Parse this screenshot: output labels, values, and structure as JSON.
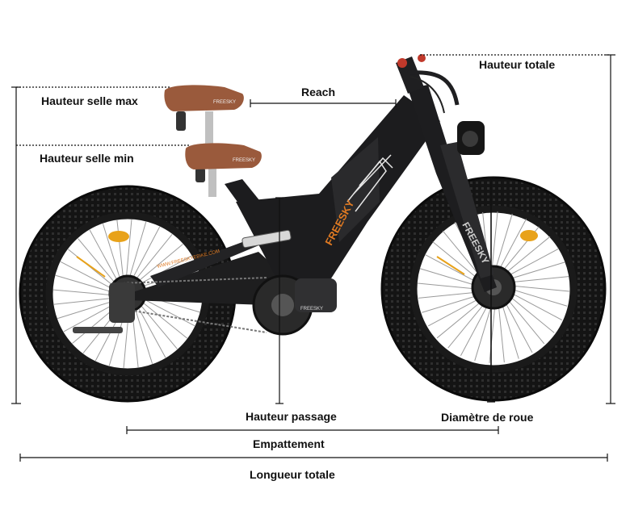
{
  "labels": {
    "total_height": "Hauteur totale",
    "reach": "Reach",
    "saddle_max": "Hauteur selle max",
    "saddle_min": "Hauteur selle min",
    "standover": "Hauteur passage",
    "wheel_diameter": "Diamètre de roue",
    "wheelbase": "Empattement",
    "total_length": "Longueur totale"
  },
  "bike": {
    "brand_text": "FREESKY",
    "website_text": "WWW.FREESKYEBIKE.COM",
    "colors": {
      "frame": "#1c1c1e",
      "saddle": "#9a5a3c",
      "accent": "#e07a22",
      "tire": "#151515",
      "rim_reflector": "#e8a21a"
    }
  }
}
